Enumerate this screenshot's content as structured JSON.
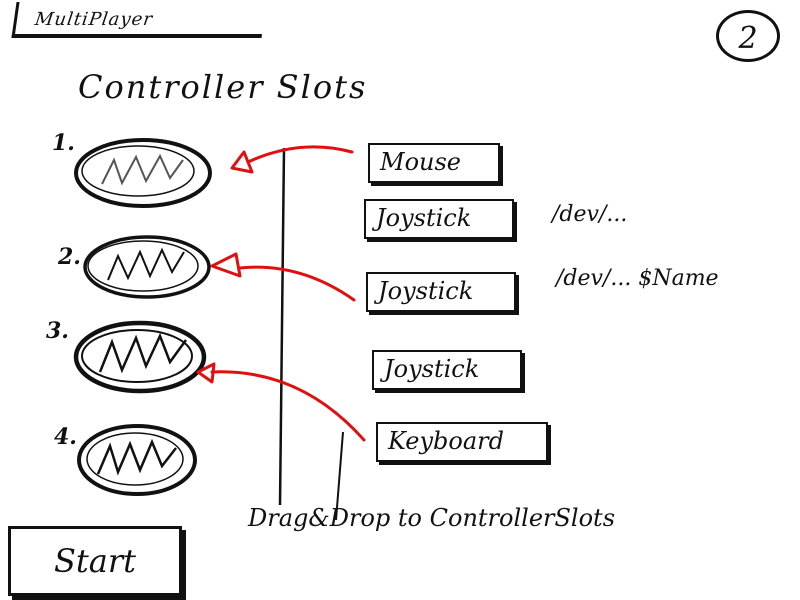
{
  "header": {
    "title": "MultiPlayer",
    "page_number": "2"
  },
  "section_title": "Controller Slots",
  "slots": [
    {
      "number": "1."
    },
    {
      "number": "2."
    },
    {
      "number": "3."
    },
    {
      "number": "4."
    }
  ],
  "devices": [
    {
      "label": "Mouse",
      "path": ""
    },
    {
      "label": "Joystick",
      "path": "/dev/..."
    },
    {
      "label": "Joystick",
      "path": "/dev/... $Name"
    },
    {
      "label": "Joystick",
      "path": ""
    },
    {
      "label": "Keyboard",
      "path": ""
    }
  ],
  "footer": {
    "start_label": "Start",
    "instruction": "Drag&Drop to ControllerSlots"
  },
  "colors": {
    "ink": "#111111",
    "arrow": "#e01010"
  }
}
